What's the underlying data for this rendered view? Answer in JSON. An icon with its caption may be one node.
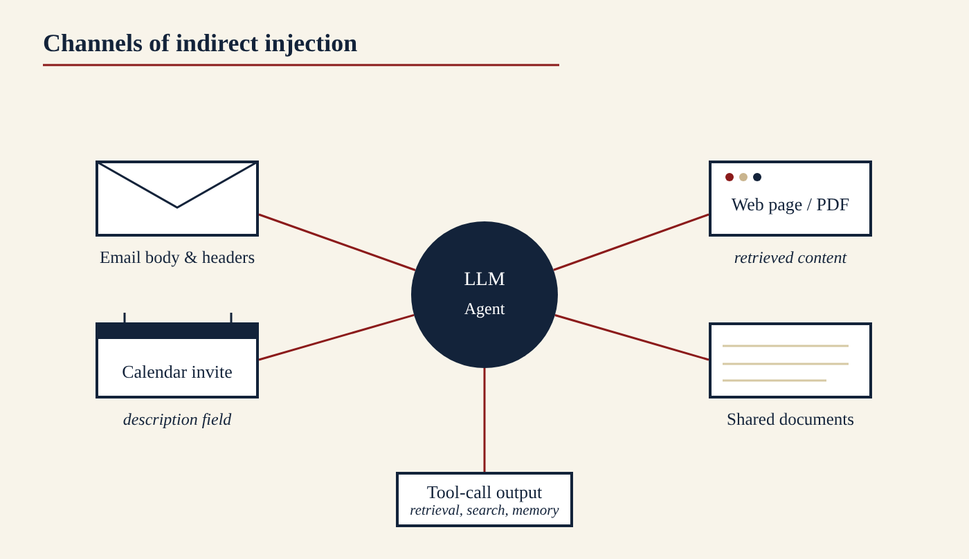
{
  "diagram": {
    "title": "Channels of indirect injection",
    "nodes": [
      {
        "text": [
          "LLM",
          "Agent"
        ]
      },
      {
        "text": [
          "Email body & headers"
        ]
      },
      {
        "text": [
          "Calendar invite"
        ],
        "beside": [
          "description field"
        ]
      },
      {
        "text": [
          "Web page / PDF"
        ],
        "beside": [
          "retrieved content"
        ]
      },
      {
        "text": [
          "Shared documents"
        ]
      },
      {
        "text": [
          "Tool-call output",
          "retrieval, search, memory"
        ]
      }
    ],
    "edges": [
      {
        "from": 1,
        "to": 0,
        "arrow": "none"
      },
      {
        "from": 2,
        "to": 0,
        "arrow": "none"
      },
      {
        "from": 3,
        "to": 0,
        "arrow": "none"
      },
      {
        "from": 4,
        "to": 0,
        "arrow": "none"
      },
      {
        "from": 5,
        "to": 0,
        "arrow": "none"
      }
    ]
  }
}
